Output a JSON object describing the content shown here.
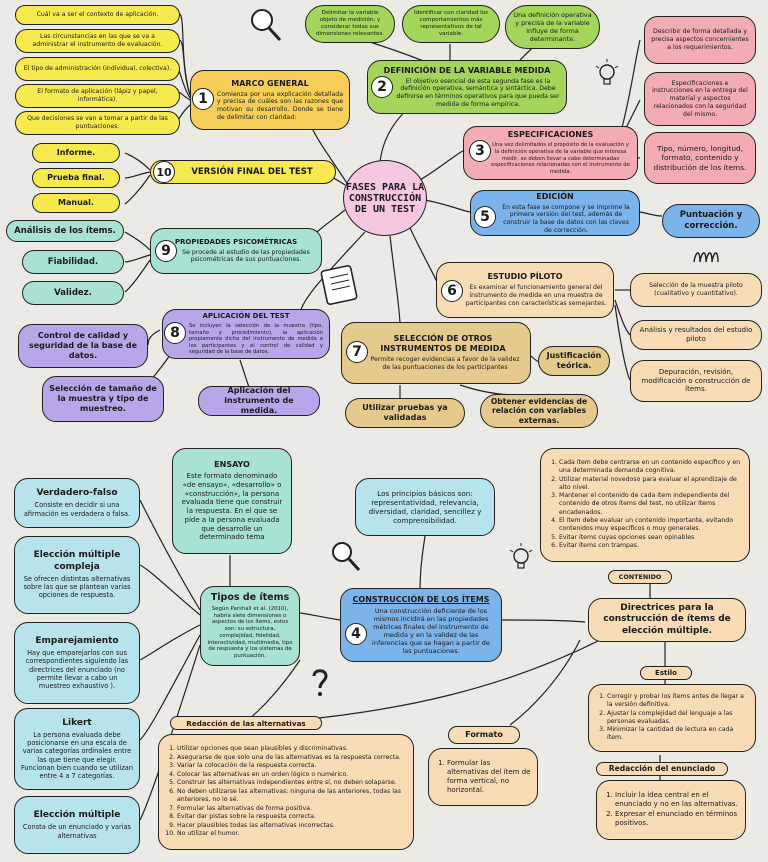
{
  "center": "FASES PARA LA CONSTRUCCIÓN DE UN TEST",
  "marco": {
    "num": "1",
    "title": "MARCO GENERAL",
    "text": "Comienza por una explicación detallada y precisa de cuáles son las razones que motivan su desarrollo. Donde se tiene de delimitar con claridad:",
    "items": [
      "Cuál va a ser el contexto de aplicación.",
      "Las circunstancias en las que se va a administrar el instrumento de evaluación.",
      "El tipo de administración (individual, colectiva).",
      "El formato de aplicación (lápiz y papel, informática).",
      "Que decisiones se van a tomar a partir de las puntuaciones."
    ]
  },
  "definicion": {
    "num": "2",
    "title": "DEFINICIÓN DE LA VARIABLE MEDIDA",
    "text": "El objetivo esencial de esta segunda fase es la definición operativa, semántica y sintáctica. Debe definirse en términos operativos para que pueda ser medida de forma empírica.",
    "items": [
      "Delimitar la variable objeto de medición, y considerar todas sus dimensiones relevantes.",
      "Identificar con claridad los comportamientos más representativos de tal variable.",
      "Una definición operativa y precisa de la variable influye de forma determinante."
    ]
  },
  "especificaciones": {
    "num": "3",
    "title": "ESPECIFICACIONES",
    "text": "Una vez delimitados el propósito de la evaluación y la definición operativa de la variable que interesa medir, se deben llevar a cabo determinadas especificaciones relacionadas con el instrumento de medida.",
    "items": [
      "Describir de forma detallada y precisa aspectos concernientes a los requerimientos.",
      "Especificaciones e instrucciones en la entrega del material y aspectos relacionados con la seguridad del mismo.",
      "Tipo, número, longitud, formato, contenido y distribución de los ítems."
    ]
  },
  "edicion": {
    "num": "5",
    "title": "EDICIÓN",
    "text": "En esta fase se compone y se imprime la primera versión del test, además de construir la base de datos con las claves de corrección.",
    "side": "Puntuación y corrección."
  },
  "estudio": {
    "num": "6",
    "title": "ESTUDIO PÍLOTO",
    "text": "Es examinar el funcionamiento general del instrumento de medida en una muestra de participantes con características semejantes.",
    "items": [
      "Selección de la muestra piloto (cualitativo y cuantitativo).",
      "Análisis y resultados del estudio piloto",
      "Depuración, revisión, modificación o construcción de ítems."
    ]
  },
  "seleccion": {
    "num": "7",
    "title": "SELECCIÓN DE OTROS INSTRUMENTOS DE MEDIDA",
    "text": "Permite recoger evidencias a favor de la validez de las puntuaciones de los participantes",
    "items": [
      "Justificación teórica.",
      "Utilizar pruebas ya validadas",
      "Obtener evidencias de relación con variables externas."
    ]
  },
  "aplicacion": {
    "num": "8",
    "title": "APLICACIÓN DEL TEST",
    "text": "Se incluyen la selección de la muestra (tipo, tamaño y procedimiento), la aplicación propiamente dicha del instrumento de medida a los participantes y el control de calidad y seguridad de la base de datos.",
    "items": [
      "Control de calidad y seguridad de la base de datos.",
      "Selección de tamaño de la muestra y tipo de muestreo.",
      "Aplicación del instrumento de medida."
    ]
  },
  "propiedades": {
    "num": "9",
    "title": "PROPIEDADES PSICOMÉTRICAS",
    "text": "Se procede al estudio de las propiedades psicométricas de sus puntuaciones.",
    "items": [
      "Análisis de los ítems.",
      "Fiabilidad.",
      "Validez."
    ]
  },
  "version": {
    "num": "10",
    "title": "VERSIÓN FINAL DEL TEST",
    "items": [
      "Informe.",
      "Prueba final.",
      "Manual."
    ]
  },
  "construccion": {
    "num": "4",
    "title": "CONSTRUCCIÓN DE LOS ÍTEMS",
    "text": "Una construcción deficiente de los mismos incidirá en las propiedades métricas finales del instrumento de medida y en la validez de las inferencias que se hagan a partir de las puntuaciones.",
    "principios": "Los principios básicos son: representatividad, relevancia, diversidad, claridad, sencillez y comprensibilidad."
  },
  "ensayo": {
    "title": "ENSAYO",
    "text": "Este formato denominado «de ensayo», «desarrollo» o «construcción», la persona evaluada tiene que construir la respuesta. En el que se pide a la persona evaluada que desarrolle un determinado tema"
  },
  "tipos": {
    "title": "Tipos de ítems",
    "text": "Según Parshall et al. (2010), habría siete dimensiones o aspectos de los ítems, estos son: su estructura, complejidad, fidelidad, interactividad, multimedia, tipo de respuesta y los sistemas de puntuación."
  },
  "item_types": [
    {
      "title": "Verdadero-falso",
      "text": "Consiste en decidir si una afirmación es verdadera o falsa."
    },
    {
      "title": "Elección múltiple compleja",
      "text": "Se ofrecen distintas alternativas sobre las que se plantean varias opciones de respuesta."
    },
    {
      "title": "Emparejamiento",
      "text": "Hay que emparejarlos con sus correspondientes siguiendo las directrices del enunciado (no permite llevar a cabo un muestreo exhaustivo )."
    },
    {
      "title": "Likert",
      "text": "La persona evaluada debe posicionarse en una escala de varias categorías ordinales entre las que tiene que elegir. Funcionan bien cuando se utilizan entre 4 a 7 categorías."
    },
    {
      "title": "Elección múltiple",
      "text": "Consta de un enunciado y varias alternativas"
    }
  ],
  "directrices": {
    "title": "Directrices para la construcción de ítems de elección múltiple.",
    "contenido_label": "CONTENIDO",
    "contenido": [
      "Cada ítem debe centrarse en un contenido específico y en una determinada demanda cognitiva.",
      "Utilizar material novedoso para evaluar el aprendizaje de alto nivel.",
      "Mantener el contenido de cada ítem independiente del contenido de otros ítems del test, no utilizar ítems encadenados.",
      "El ítem debe evaluar un contenido importante, evitando contenidos muy específicos o muy generales.",
      "Evitar ítems cuyas opciones sean opinables",
      "Evitar ítems con trampas."
    ],
    "estilo_label": "Estilo",
    "estilo": [
      "Corregir y probar los ítems antes de llegar a la versión definitiva.",
      "Ajustar la complejidad del lenguaje a las personas evaluadas.",
      "Minimizar la cantidad de lectura en cada ítem."
    ],
    "enunciado_label": "Redacción del enunciado",
    "enunciado": [
      "Incluir la idea central en el enunciado y no en las alternativas.",
      "Expresar el enunciado en términos positivos."
    ],
    "formato_label": "Formato",
    "formato": [
      "Formular las alternativas del ítem de forma vertical, no horizontal."
    ],
    "alternativas_label": "Redacción de las alternativas",
    "alternativas": [
      "Utilizar opciones que sean plausibles y discriminativas.",
      "Asegurarse de que solo una de las alternativas es la respuesta correcta.",
      "Variar la colocación de la respuesta correcta.",
      "Colocar las alternativas en un orden lógico o numérico.",
      "Construir las alternativas independientes entre sí, no deben solaparse.",
      "No deben utilizarse las alternativas: ninguna de las anteriores, todas las anteriores, no lo sé.",
      "Formular las alternativas de forma positiva.",
      "Evitar dar pistas sobre la respuesta correcta.",
      "Hacer plausibles todas las alternativas incorrectas.",
      "No utilizar el humor."
    ]
  }
}
